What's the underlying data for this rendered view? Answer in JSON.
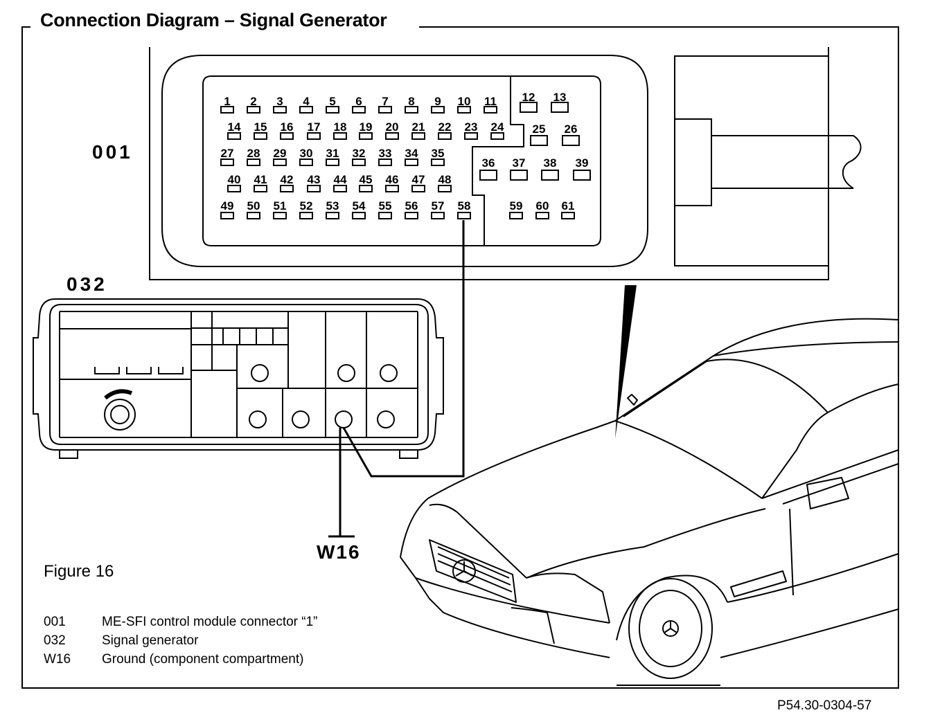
{
  "title": "Connection Diagram – Signal Generator",
  "labels": {
    "connector": "001",
    "signal_generator": "032",
    "ground": "W16"
  },
  "pins": [
    {
      "label": "1"
    },
    {
      "label": "2"
    },
    {
      "label": "3"
    },
    {
      "label": "4"
    },
    {
      "label": "5"
    },
    {
      "label": "6"
    },
    {
      "label": "7"
    },
    {
      "label": "8"
    },
    {
      "label": "9"
    },
    {
      "label": "10"
    },
    {
      "label": "11"
    },
    {
      "label": "12"
    },
    {
      "label": "13"
    },
    {
      "label": "14"
    },
    {
      "label": "15"
    },
    {
      "label": "16"
    },
    {
      "label": "17"
    },
    {
      "label": "18"
    },
    {
      "label": "19"
    },
    {
      "label": "20"
    },
    {
      "label": "21"
    },
    {
      "label": "22"
    },
    {
      "label": "23"
    },
    {
      "label": "24"
    },
    {
      "label": "25"
    },
    {
      "label": "26"
    },
    {
      "label": "27"
    },
    {
      "label": "28"
    },
    {
      "label": "29"
    },
    {
      "label": "30"
    },
    {
      "label": "31"
    },
    {
      "label": "32"
    },
    {
      "label": "33"
    },
    {
      "label": "34"
    },
    {
      "label": "35"
    },
    {
      "label": "36"
    },
    {
      "label": "37"
    },
    {
      "label": "38"
    },
    {
      "label": "39"
    },
    {
      "label": "40"
    },
    {
      "label": "41"
    },
    {
      "label": "42"
    },
    {
      "label": "43"
    },
    {
      "label": "44"
    },
    {
      "label": "45"
    },
    {
      "label": "46"
    },
    {
      "label": "47"
    },
    {
      "label": "48"
    },
    {
      "label": "49"
    },
    {
      "label": "50"
    },
    {
      "label": "51"
    },
    {
      "label": "52"
    },
    {
      "label": "53"
    },
    {
      "label": "54"
    },
    {
      "label": "55"
    },
    {
      "label": "56"
    },
    {
      "label": "57"
    },
    {
      "label": "58"
    },
    {
      "label": "59"
    },
    {
      "label": "60"
    },
    {
      "label": "61"
    }
  ],
  "figure_label": "Figure 16",
  "legend": [
    {
      "code": "001",
      "text": "ME-SFI control module connector “1”"
    },
    {
      "code": "032",
      "text": "Signal generator"
    },
    {
      "code": "W16",
      "text": "Ground (component compartment)"
    }
  ],
  "document_ref": "P54.30-0304-57"
}
